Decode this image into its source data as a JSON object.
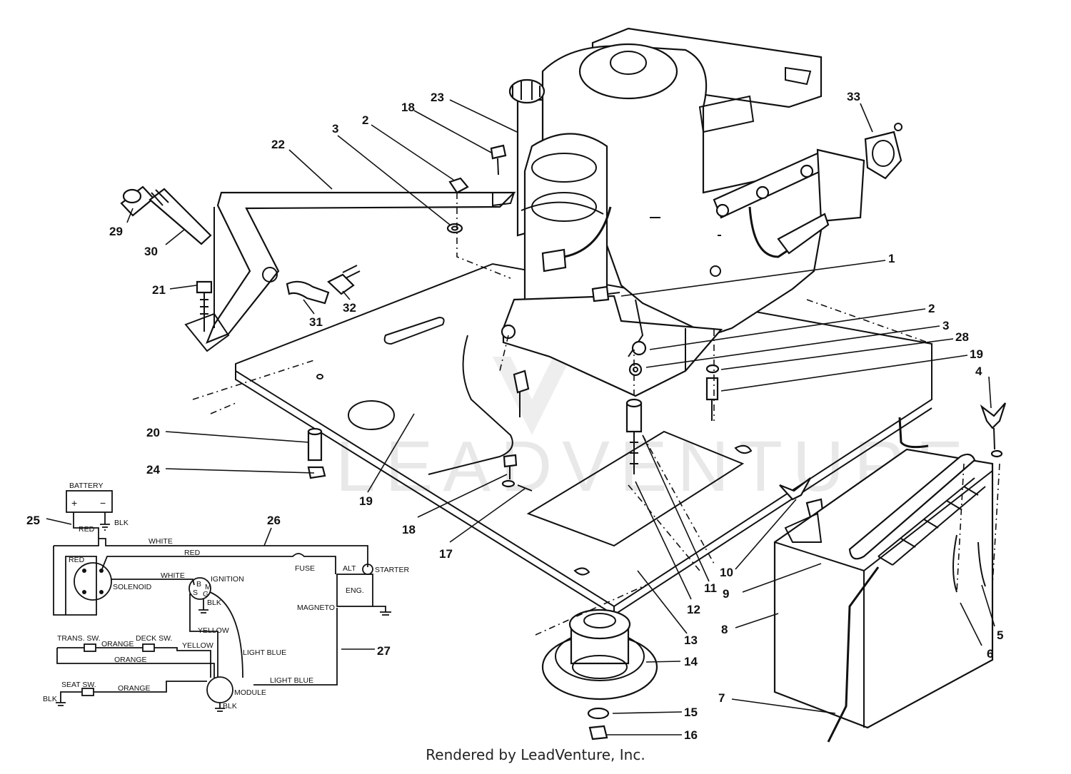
{
  "watermark": "LEADVENTURE",
  "footer": "Rendered by LeadVenture, Inc.",
  "callouts": {
    "c1": "1",
    "c2a": "2",
    "c2b": "2",
    "c3a": "3",
    "c3b": "3",
    "c4": "4",
    "c5": "5",
    "c6": "6",
    "c7": "7",
    "c8": "8",
    "c9": "9",
    "c10": "10",
    "c11": "11",
    "c12": "12",
    "c13": "13",
    "c14": "14",
    "c15": "15",
    "c16": "16",
    "c17": "17",
    "c18a": "18",
    "c18b": "18",
    "c19a": "19",
    "c19b": "19",
    "c20": "20",
    "c21": "21",
    "c22": "22",
    "c23": "23",
    "c24": "24",
    "c25": "25",
    "c26": "26",
    "c27": "27",
    "c28": "28",
    "c29": "29",
    "c30": "30",
    "c31": "31",
    "c32": "32",
    "c33": "33"
  },
  "wiring": {
    "battery": "BATTERY",
    "plus": "+",
    "minus": "−",
    "blk": "BLK",
    "red": "RED",
    "white": "WHITE",
    "solenoid": "SOLENOID",
    "fuse": "FUSE",
    "alt": "ALT",
    "starter": "STARTER",
    "eng": "ENG.",
    "magneto": "MAGNETO",
    "ignition": "IGNITION",
    "b": "B",
    "m": "M",
    "s": "S",
    "g": "G",
    "yellow": "YELLOW",
    "light_blue": "LIGHT BLUE",
    "trans_sw": "TRANS. SW.",
    "orange": "ORANGE",
    "deck_sw": "DECK SW.",
    "seat_sw": "SEAT SW.",
    "module": "MODULE"
  }
}
